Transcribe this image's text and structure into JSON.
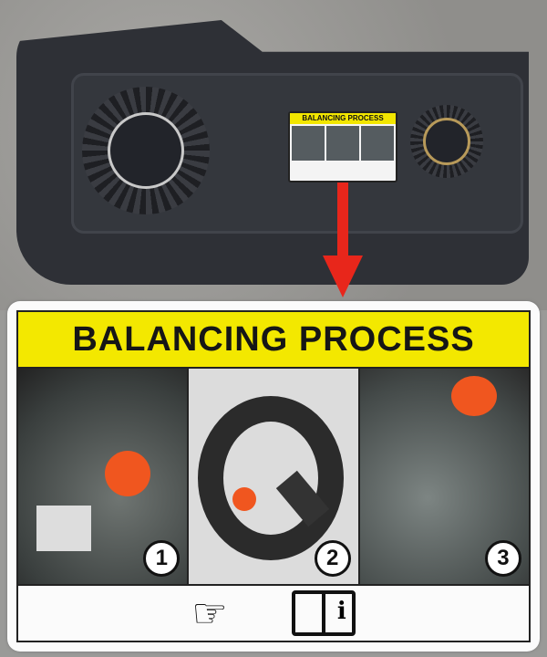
{
  "photo": {
    "mini_label_title": "BALANCING PROCESS"
  },
  "label": {
    "title": "BALANCING PROCESS",
    "steps": [
      {
        "number": "1"
      },
      {
        "number": "2"
      },
      {
        "number": "3"
      }
    ],
    "icons": [
      "pointing-hand-icon",
      "manual-info-icon"
    ]
  },
  "colors": {
    "banner": "#f3e800",
    "arrow": "#e8261b",
    "counterweight": "#f0561f"
  }
}
